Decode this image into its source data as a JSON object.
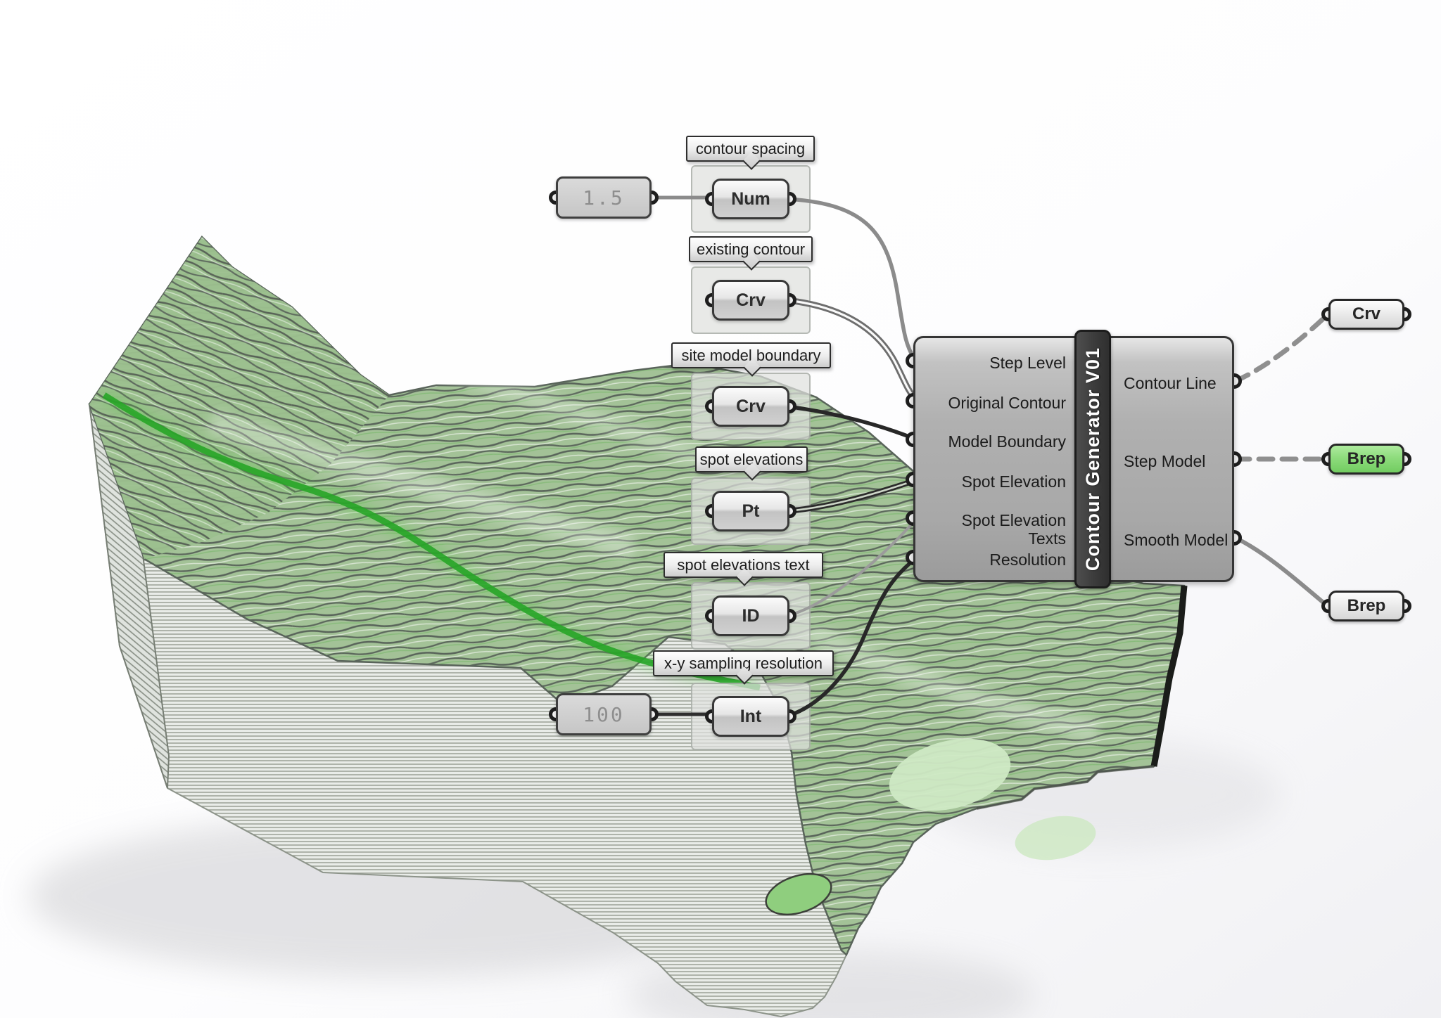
{
  "colors": {
    "canvas_bg": "#ffffff",
    "terrain_green": "#a5c79a",
    "contour_line_green": "#59645a",
    "river_green": "#2aa82a",
    "cliff_gray": "#e9ece8",
    "node_border": "#383838",
    "wire_gray": "#8b8b8b",
    "wire_dark": "#282828",
    "brep_highlight_green": "#8edc7d",
    "title_bar_dark": "#3a3a3a"
  },
  "graph": {
    "sliders": [
      {
        "value": "1.5"
      },
      {
        "value": "100"
      }
    ],
    "params": [
      {
        "tooltip": "contour spacing",
        "label": "Num"
      },
      {
        "tooltip": "existing contour",
        "label": "Crv"
      },
      {
        "tooltip": "site model boundary",
        "label": "Crv"
      },
      {
        "tooltip": "spot elevations",
        "label": "Pt"
      },
      {
        "tooltip": "spot elevations text",
        "label": "ID"
      },
      {
        "tooltip": "x-y sampling resolution",
        "label": "Int"
      }
    ],
    "main_node": {
      "title": "Contour Generator V01",
      "inputs": [
        "Step Level",
        "Original Contour",
        "Model Boundary",
        "Spot Elevation",
        "Spot Elevation Texts",
        "Resolution"
      ],
      "outputs": [
        "Contour Line",
        "Step Model",
        "Smooth Model"
      ]
    },
    "output_params": [
      {
        "label": "Crv",
        "highlighted": false
      },
      {
        "label": "Brep",
        "highlighted": true
      },
      {
        "label": "Brep",
        "highlighted": false
      }
    ]
  }
}
